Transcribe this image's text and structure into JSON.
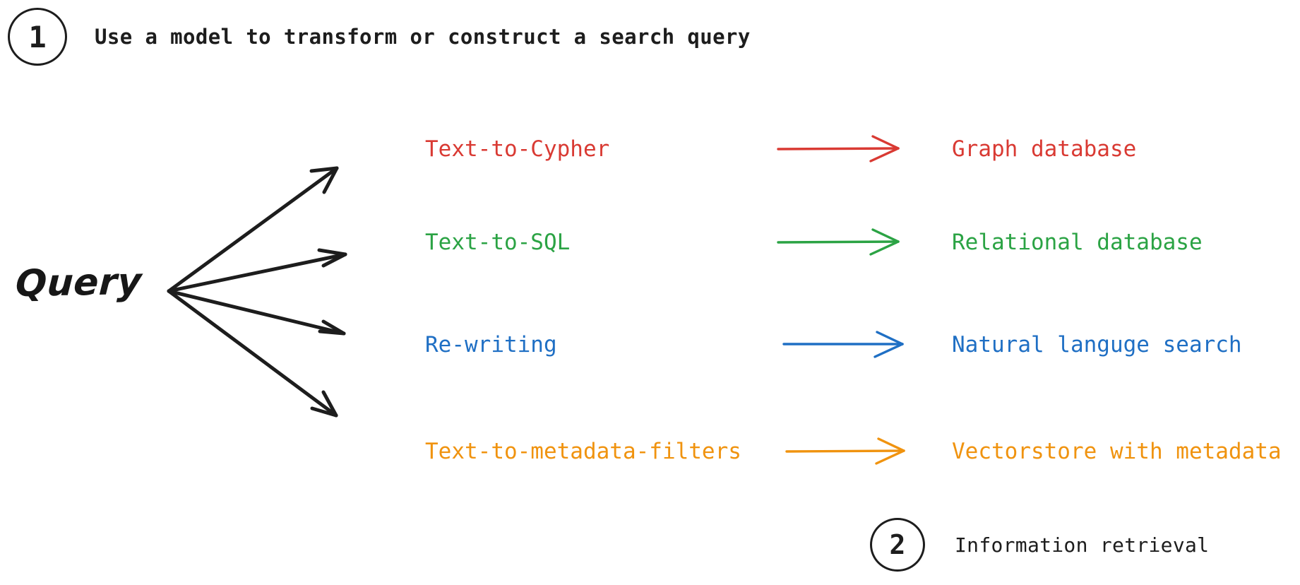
{
  "steps": [
    {
      "number": "1",
      "label": "Use a model to transform or construct a search query"
    },
    {
      "number": "2",
      "label": "Information retrieval"
    }
  ],
  "source": {
    "label": "Query"
  },
  "colors": {
    "ink": "#1d1d1d",
    "red": "#d93a33",
    "green": "#2ba344",
    "blue": "#1f6fc4",
    "orange": "#f0930f"
  },
  "rows": [
    {
      "id": "cypher",
      "method": "Text-to-Cypher",
      "target": "Graph database",
      "color": "#d93a33"
    },
    {
      "id": "sql",
      "method": "Text-to-SQL",
      "target": "Relational database",
      "color": "#2ba344"
    },
    {
      "id": "rewrite",
      "method": "Re-writing",
      "target": "Natural languge search",
      "color": "#1f6fc4"
    },
    {
      "id": "metadata",
      "method": "Text-to-metadata-filters",
      "target": "Vectorstore with metadata",
      "color": "#f0930f"
    }
  ]
}
